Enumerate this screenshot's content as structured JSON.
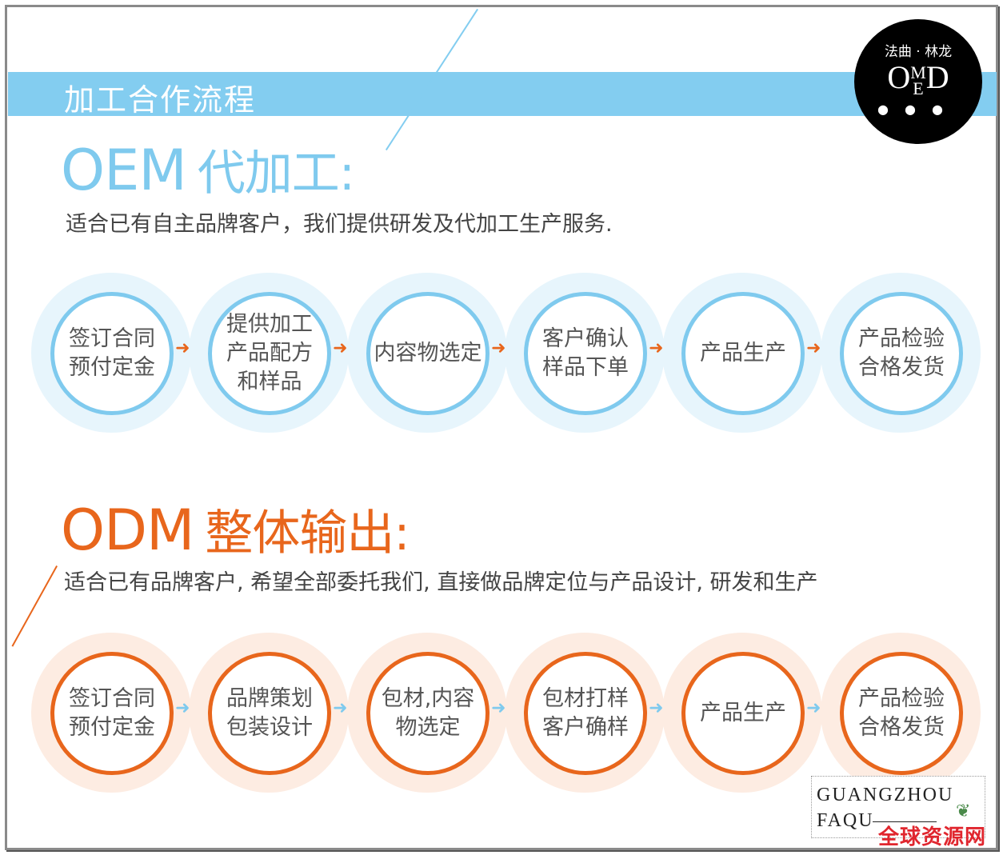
{
  "banner": {
    "title": "加工合作流程"
  },
  "logo": {
    "top": "法曲 · 林龙",
    "mark_m": "M",
    "mark_o": "O",
    "mark_e": "E",
    "mark_d": "D"
  },
  "oem": {
    "title": "OEM",
    "title_cn": "代加工:",
    "desc": "适合已有自主品牌客户，我们提供研发及代加工生产服务.",
    "steps": [
      "签订合同\n预付定金",
      "提供加工\n产品配方\n和样品",
      "内容物选定",
      "客户确认\n样品下单",
      "产品生产",
      "产品检验\n合格发货"
    ]
  },
  "odm": {
    "title": "ODM",
    "title_cn": "整体输出:",
    "desc": "适合已有品牌客户, 希望全部委托我们, 直接做品牌定位与产品设计, 研发和生产",
    "steps": [
      "签订合同\n预付定金",
      "品牌策划\n包装设计",
      "包材,内容\n物选定",
      "包材打样\n客户确样",
      "产品生产",
      "产品检验\n合格发货"
    ]
  },
  "watermark": {
    "line1": "GUANGZHOU",
    "line2": "FAQU",
    "site": "全球资源网"
  },
  "colors": {
    "blue": "#7fcaee",
    "blue_halo": "#e7f5fc",
    "orange": "#e8661c",
    "orange_halo": "#fdece2"
  }
}
